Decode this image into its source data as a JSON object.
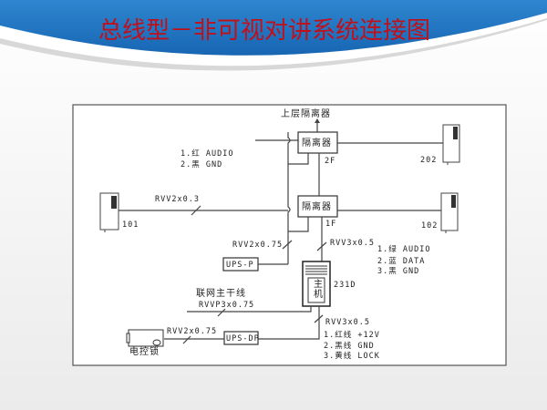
{
  "title": "总线型－非可视对讲系统连接图",
  "diagram": {
    "upper_isolator": "上层隔离器",
    "isolator_2f": {
      "label": "隔离器",
      "floor": "2F"
    },
    "isolator_1f": {
      "label": "隔离器",
      "floor": "1F"
    },
    "wire_note_top": [
      "1.红 AUDIO",
      "2.黑 GND"
    ],
    "room_101": "101",
    "room_102": "102",
    "room_202": "202",
    "cable_101": "RVV2x0.3",
    "cable_ups_p": "RVV2x0.75",
    "cable_host_top": "RVV3x0.5",
    "wire_note_host": [
      "1.绿 AUDIO",
      "2.蓝 DATA",
      "3.黑 GND"
    ],
    "ups_p": "UPS-P",
    "host": {
      "label": "主机",
      "model": "231D"
    },
    "trunk": {
      "label": "联网主干线",
      "cable": "RVVP3x0.75"
    },
    "cable_host_bottom": "RVV3x0.5",
    "cable_lock": "RVV2x0.75",
    "ups_dp": "UPS-DP",
    "lock": "电控锁",
    "wire_note_lock": [
      "1.红线 +12V",
      "2.黑线 GND",
      "3.黄线 LOCK"
    ]
  }
}
